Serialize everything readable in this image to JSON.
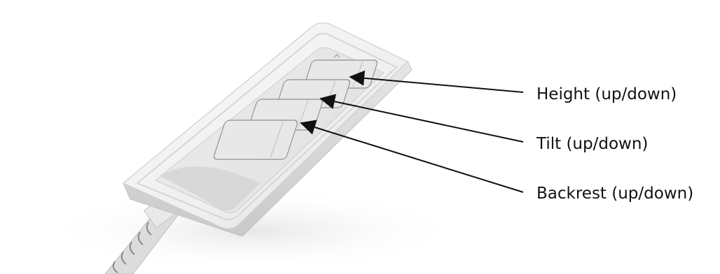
{
  "diagram": {
    "subject": "hand-control",
    "colors": {
      "body_light": "#f2f2f2",
      "body_mid": "#e3e3e3",
      "body_shadow": "#cfcfcf",
      "button_fill": "#e6e6e6",
      "button_border": "#8f8f8f",
      "cable": "#d9d9d9",
      "arrow": "#111111",
      "label": "#111111"
    },
    "callouts": [
      {
        "id": "height",
        "label": "Height (up/down)"
      },
      {
        "id": "tilt",
        "label": "Tilt (up/down)"
      },
      {
        "id": "backrest",
        "label": "Backrest (up/down)"
      }
    ]
  }
}
